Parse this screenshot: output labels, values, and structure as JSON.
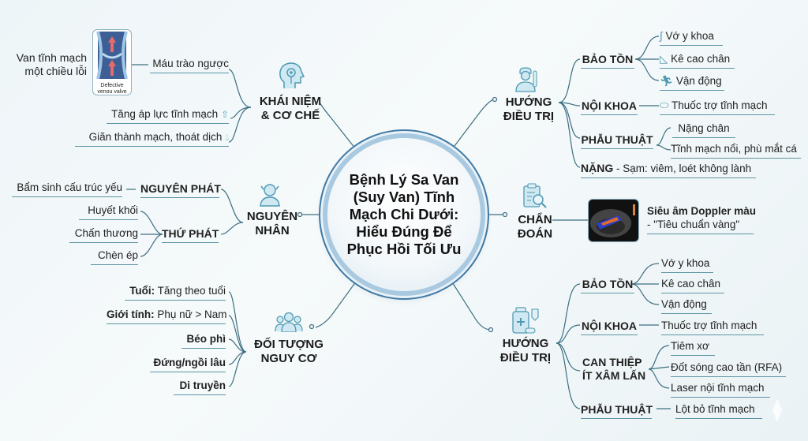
{
  "center": {
    "title": "Bệnh Lý Sa Van (Suy Van) Tĩnh Mạch Chi Dưới: Hiểu Đúng Để Phục Hồi Tối Ưu"
  },
  "colors": {
    "line": "#3d6f80",
    "underline": "#5c95a3",
    "icon": "#7fbfd6",
    "ring": "#3f7aa6"
  },
  "concept": {
    "title_line1": "KHÁI NIỆM",
    "title_line2": "& CƠ CHẾ",
    "icon": "head-gear-icon",
    "image_caption_line1": "Defective",
    "image_caption_line2": "venou valve",
    "valve_label_line1": "Van tĩnh mạch",
    "valve_label_line2": "một chiều lỗi",
    "items": [
      {
        "label": "Máu trào ngược"
      },
      {
        "label": "Tăng áp lực tĩnh mạch",
        "icon": "pressure-arrows-icon"
      },
      {
        "label": "Giãn thành mạch, thoát dịch",
        "icon": "fluid-drop-icon"
      }
    ]
  },
  "cause": {
    "title_line1": "NGUYÊN",
    "title_line2": "NHÂN",
    "icon": "doctor-icon",
    "primary": {
      "label": "NGUYÊN PHÁT",
      "items": [
        "Bẩm sinh cấu trúc yếu"
      ]
    },
    "secondary": {
      "label": "THỨ PHÁT",
      "items": [
        "Huyết khối",
        "Chấn thương",
        "Chèn ép"
      ]
    }
  },
  "risk": {
    "title_line1": "ĐỐI TƯỢNG",
    "title_line2": "NGUY CƠ",
    "icon": "group-people-icon",
    "items": [
      {
        "bold": "Tuổi:",
        "text": " Tăng theo tuổi"
      },
      {
        "bold": "Giới tính:",
        "text": " Phụ nữ > Nam"
      },
      {
        "bold": "Béo phì",
        "text": ""
      },
      {
        "bold": "Đứng/ngồi lâu",
        "text": ""
      },
      {
        "bold": "Di truyền",
        "text": ""
      }
    ]
  },
  "treatment_top": {
    "title_line1": "HƯỚNG",
    "title_line2": "ĐIỀU TRỊ",
    "icon": "nurse-icon",
    "conservative": {
      "label": "BẢO TỒN",
      "items": [
        {
          "label": "Vớ y khoa",
          "icon": "sock-icon"
        },
        {
          "label": "Kê cao chân",
          "icon": "leg-raise-icon"
        },
        {
          "label": "Vận động",
          "icon": "running-icon"
        }
      ]
    },
    "medical": {
      "label": "NỘI KHOA",
      "items": [
        {
          "label": "Thuốc trợ tĩnh mạch",
          "icon": "pill-icon"
        }
      ]
    },
    "surgery": {
      "label": "PHẪU THUẬT",
      "items": [
        "Nặng chân",
        "Tĩnh mạch nổi, phù mắt cá"
      ]
    },
    "severe": {
      "label": "NẶNG",
      "text": "- Sạm: viêm, loét không lành"
    }
  },
  "diagnosis": {
    "title_line1": "CHẨN",
    "title_line2": "ĐOÁN",
    "icon": "clipboard-search-icon",
    "image": "doppler-ultrasound-image",
    "method_bold": "Siêu âm Doppler màu",
    "method_text": "- \"Tiêu chuẩn vàng\""
  },
  "treatment_bottom": {
    "title_line1": "HƯỚNG",
    "title_line2": "ĐIỀU TRỊ",
    "icon": "medicine-bottle-icon",
    "conservative": {
      "label": "BẢO TỒN",
      "items": [
        "Vớ y khoa",
        "Kê cao chân",
        "Vận động"
      ]
    },
    "medical": {
      "label": "NỘI KHOA",
      "items": [
        "Thuốc trợ tĩnh mạch"
      ]
    },
    "minimal": {
      "label_line1": "CAN THIỆP",
      "label_line2": "ÍT XÂM LẤN",
      "items": [
        "Tiêm xơ",
        "Đốt sóng cao tần (RFA)",
        "Laser nội tĩnh mạch"
      ]
    },
    "surgery": {
      "label": "PHẪU THUẬT",
      "items": [
        "Lột bỏ tĩnh mạch"
      ]
    }
  }
}
